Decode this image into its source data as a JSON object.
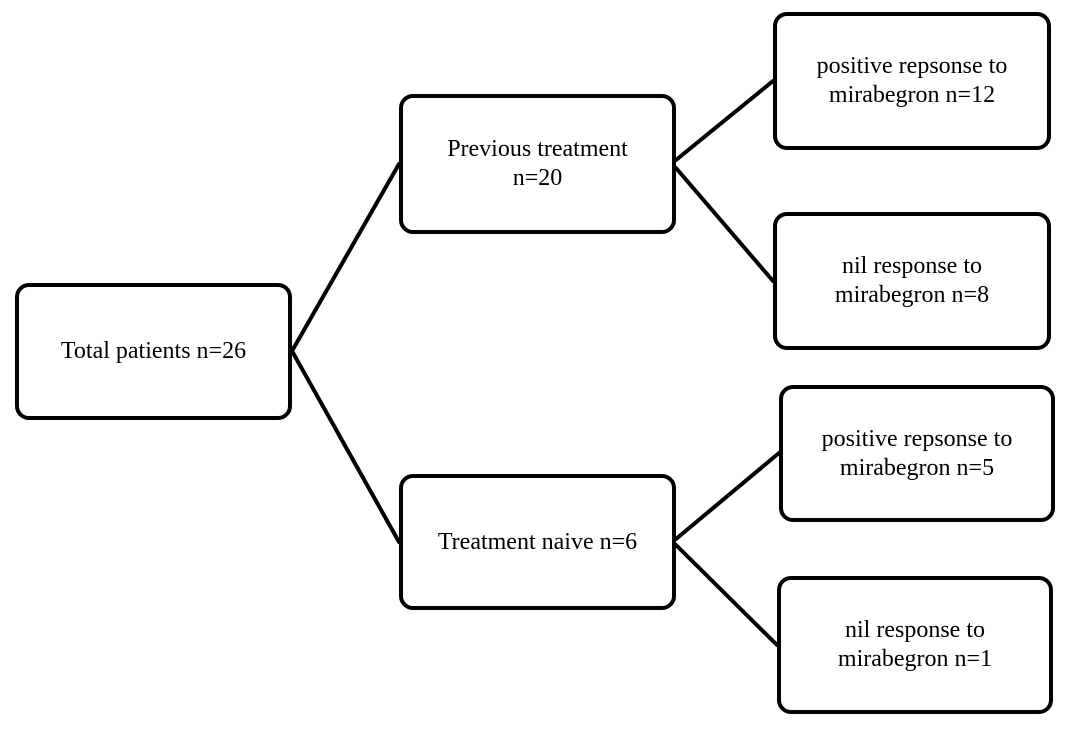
{
  "diagram": {
    "root": {
      "label": "Total patients n=26"
    },
    "previous_treatment": {
      "line1": "Previous treatment",
      "line2": "n=20"
    },
    "treatment_naive": {
      "label": "Treatment naive n=6"
    },
    "prev_positive": {
      "line1": "positive repsonse to",
      "line2": "mirabegron n=12"
    },
    "prev_nil": {
      "line1": "nil response to",
      "line2": "mirabegron n=8"
    },
    "naive_positive": {
      "line1": "positive repsonse to",
      "line2": "mirabegron n=5"
    },
    "naive_nil": {
      "line1": "nil response to",
      "line2": "mirabegron n=1"
    }
  }
}
